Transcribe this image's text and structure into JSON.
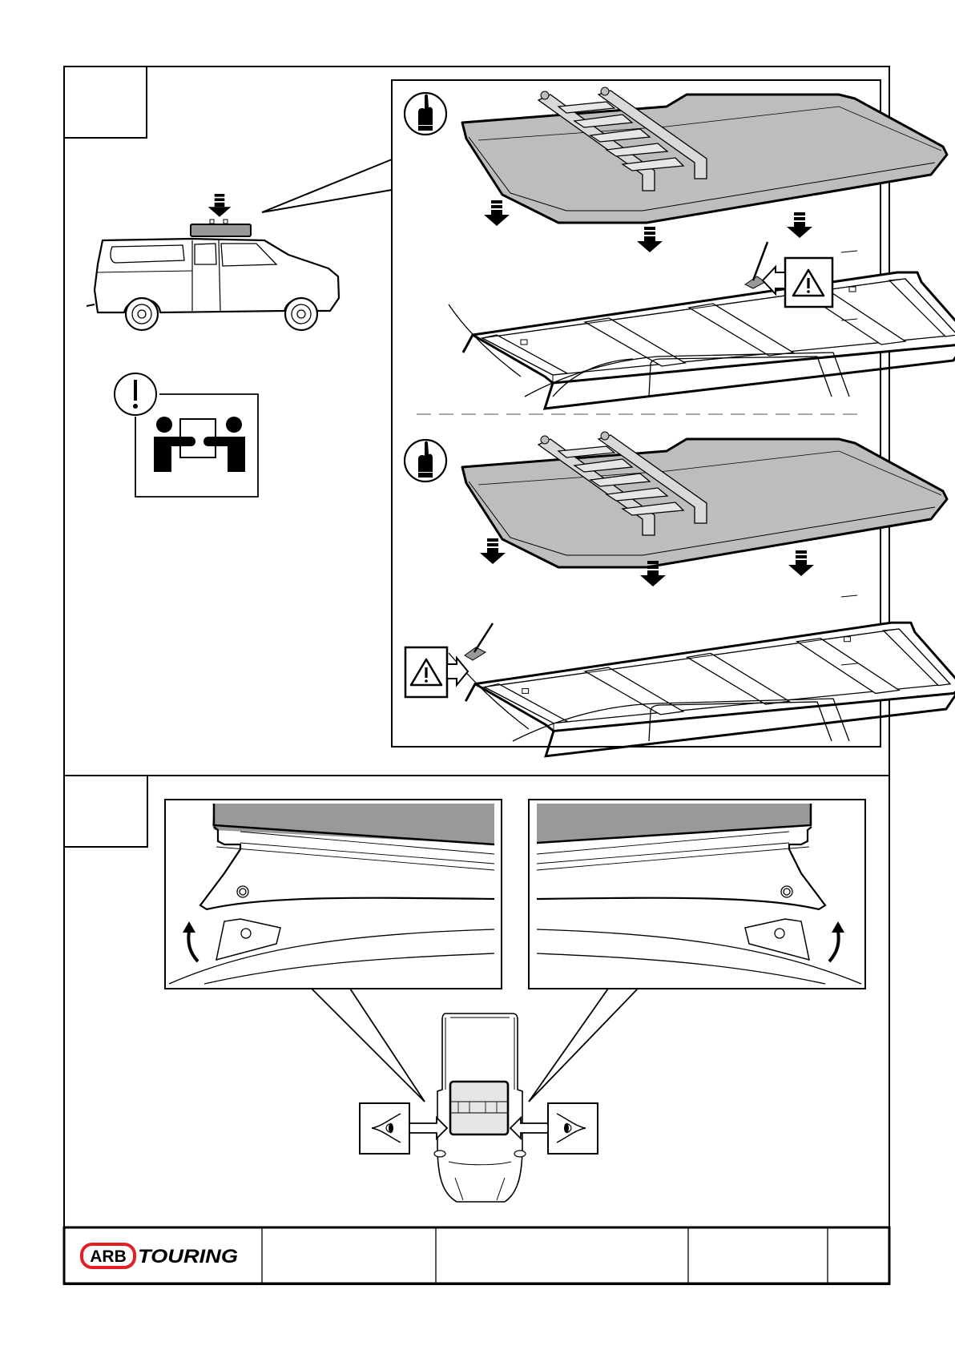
{
  "document": {
    "type": "installation-instruction-sheet",
    "steps": [
      {
        "id": "step-1",
        "callouts": [
          "hand-pointing-icon",
          "down-arrow-icon",
          "warning-triangle-icon",
          "two-person-lift-icon",
          "attention-exclamation-icon"
        ]
      },
      {
        "id": "step-2",
        "callouts": [
          "view-eye-icon",
          "curved-up-arrow-icon"
        ]
      }
    ]
  },
  "footer": {
    "brand": {
      "badge": "ARB",
      "wordmark": "TOURING"
    },
    "cells": [
      "",
      "",
      "",
      ""
    ]
  },
  "colors": {
    "line": "#000000",
    "tent_fill": "#999999",
    "tent_light": "#bdbdbd",
    "rail_fill": "#d9d9d9",
    "dashed": "#8a8a8a",
    "brand_red": "#e31e24",
    "paper": "#ffffff"
  }
}
